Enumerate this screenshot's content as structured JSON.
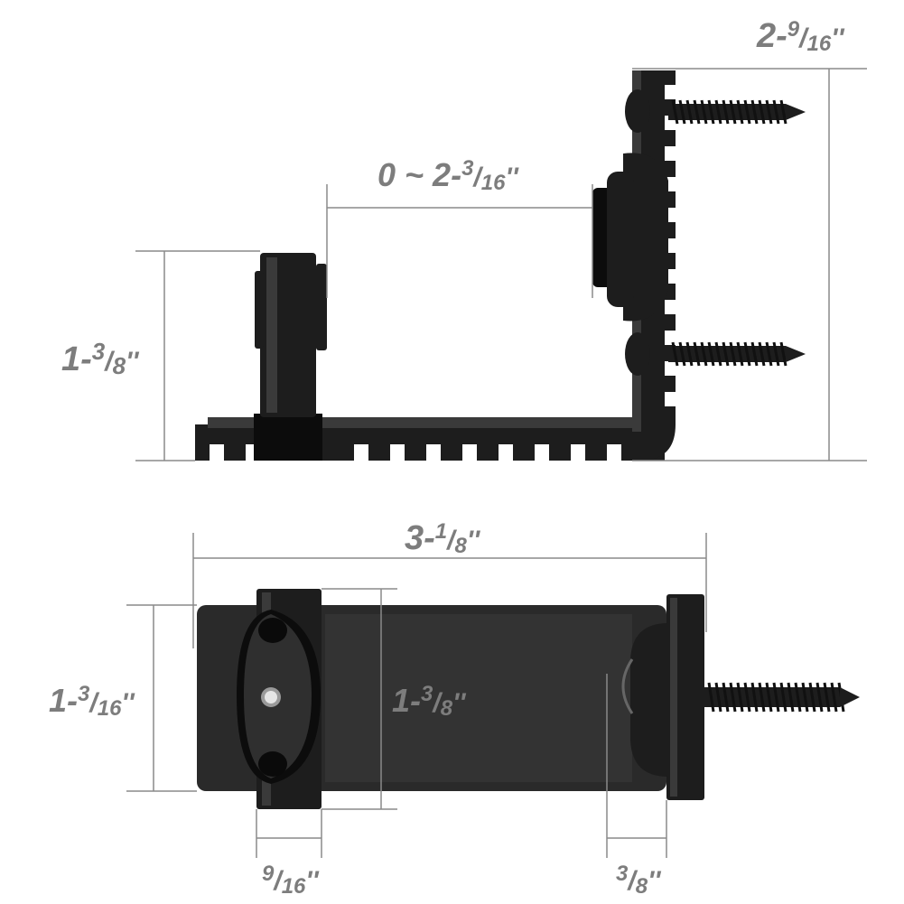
{
  "dimensions": {
    "side_height_total": {
      "whole": "2-",
      "num": "9",
      "den": "16",
      "unit": "''"
    },
    "side_gap": {
      "whole": "0 ~ 2-",
      "num": "3",
      "den": "16",
      "unit": "''"
    },
    "side_post_height": {
      "whole": "1-",
      "num": "3",
      "den": "8",
      "unit": "''"
    },
    "top_length": {
      "whole": "3-",
      "num": "1",
      "den": "8",
      "unit": "''"
    },
    "top_width": {
      "whole": "1-",
      "num": "3",
      "den": "16",
      "unit": "''"
    },
    "top_bracket_height": {
      "whole": "1-",
      "num": "3",
      "den": "8",
      "unit": "''"
    },
    "bracket_thickness": {
      "whole": "",
      "num": "9",
      "den": "16",
      "unit": "''"
    },
    "end_plate_thickness": {
      "whole": "",
      "num": "3",
      "den": "8",
      "unit": "''"
    }
  },
  "colors": {
    "metal": "#1d1d1d",
    "dimension_text": "#7d7d7d",
    "dimension_line": "#8a8a8a"
  }
}
